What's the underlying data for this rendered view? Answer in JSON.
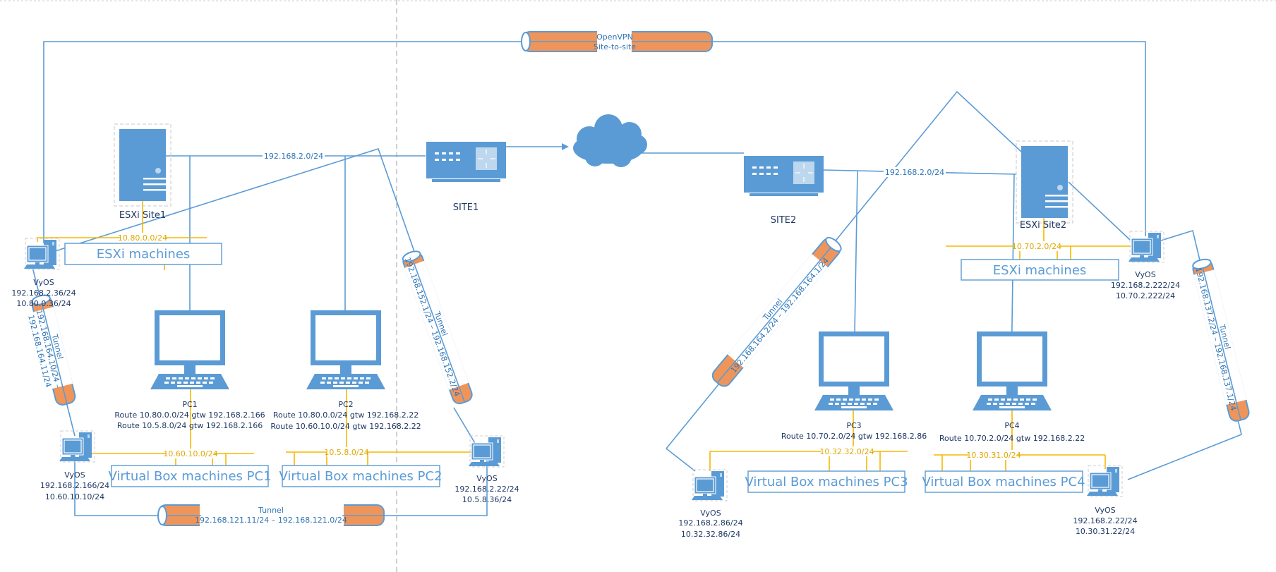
{
  "diagram": {
    "colors": {
      "wire": "#5b9bd5",
      "lan": "#f5b800",
      "tunnel": "#f0955a",
      "text": "#1f3864"
    },
    "openvpn": {
      "line1": "OpenVPN",
      "line2": "Site-to-site"
    },
    "sites": [
      {
        "name": "SITE1",
        "lan": "192.168.2.0/24",
        "icon": "switch-router-icon"
      },
      {
        "name": "SITE2",
        "lan": "192.168.2.0/24",
        "icon": "switch-router-icon"
      }
    ],
    "internet": {
      "icon": "cloud-icon"
    },
    "esxi": [
      {
        "label": "ESXi Site1",
        "subnet": "10.80.0.0/24",
        "box": "ESXi machines",
        "icon": "server-icon"
      },
      {
        "label": "ESXi Site2",
        "subnet": "10.70.2.0/24",
        "box": "ESXi machines",
        "icon": "server-icon"
      }
    ],
    "pcs": [
      {
        "name": "PC1",
        "routes": [
          "Route 10.80.0.0/24 gtw 192.168.2.166",
          "Route 10.5.8.0/24 gtw 192.168.2.166"
        ],
        "subnet": "10.60.10.0/24",
        "box": "Virtual Box machines PC1"
      },
      {
        "name": "PC2",
        "routes": [
          "Route 10.80.0.0/24 gtw 192.168.2.22",
          "Route 10.60.10.0/24 gtw 192.168.2.22"
        ],
        "subnet": "10.5.8.0/24",
        "box": "Virtual Box machines PC2"
      },
      {
        "name": "PC3",
        "routes": [
          "Route 10.70.2.0/24 gtw  192.168.2.86"
        ],
        "subnet": "10.32.32.0/24",
        "box": "Virtual Box machines PC3"
      },
      {
        "name": "PC4",
        "routes": [
          "Route 10.70.2.0/24 gtw 192.168.2.22"
        ],
        "subnet": "10.30.31.0/24",
        "box": "Virtual Box machines PC4"
      }
    ],
    "vyos": [
      {
        "name": "VyOS",
        "ips": [
          "192.168.2.36/24",
          "10.80.0.36/24"
        ]
      },
      {
        "name": "VyOS",
        "ips": [
          "192.168.2.166/24",
          "10.60.10.10/24"
        ]
      },
      {
        "name": "VyOS",
        "ips": [
          "192.168.2.22/24",
          "10.5.8.36/24"
        ]
      },
      {
        "name": "VyOS",
        "ips": [
          "192.168.2.86/24",
          "10.32.32.86/24"
        ]
      },
      {
        "name": "VyOS",
        "ips": [
          "192.168.2.222/24",
          "10.70.2.222/24"
        ]
      },
      {
        "name": "VyOS",
        "ips": [
          "192.168.2.22/24",
          "10.30.31.22/24"
        ]
      }
    ],
    "tunnels": [
      {
        "title": "Tunnel",
        "range": "192.168.164.10/24 –",
        "range2": "192.168.164.11/24"
      },
      {
        "title": "Tunnel",
        "range": "192.168.152.1/24 – 192.168.152.2/24"
      },
      {
        "title": "Tunnel",
        "range": "192.168.121.11/24 – 192.168.121.0/24"
      },
      {
        "title": "Tunnel",
        "range": "192.168.164.2/24 – 192.168.164.1/24"
      },
      {
        "title": "Tunnel",
        "range": "192.168.137.2/24 – 192.168.137.1/24"
      }
    ]
  }
}
